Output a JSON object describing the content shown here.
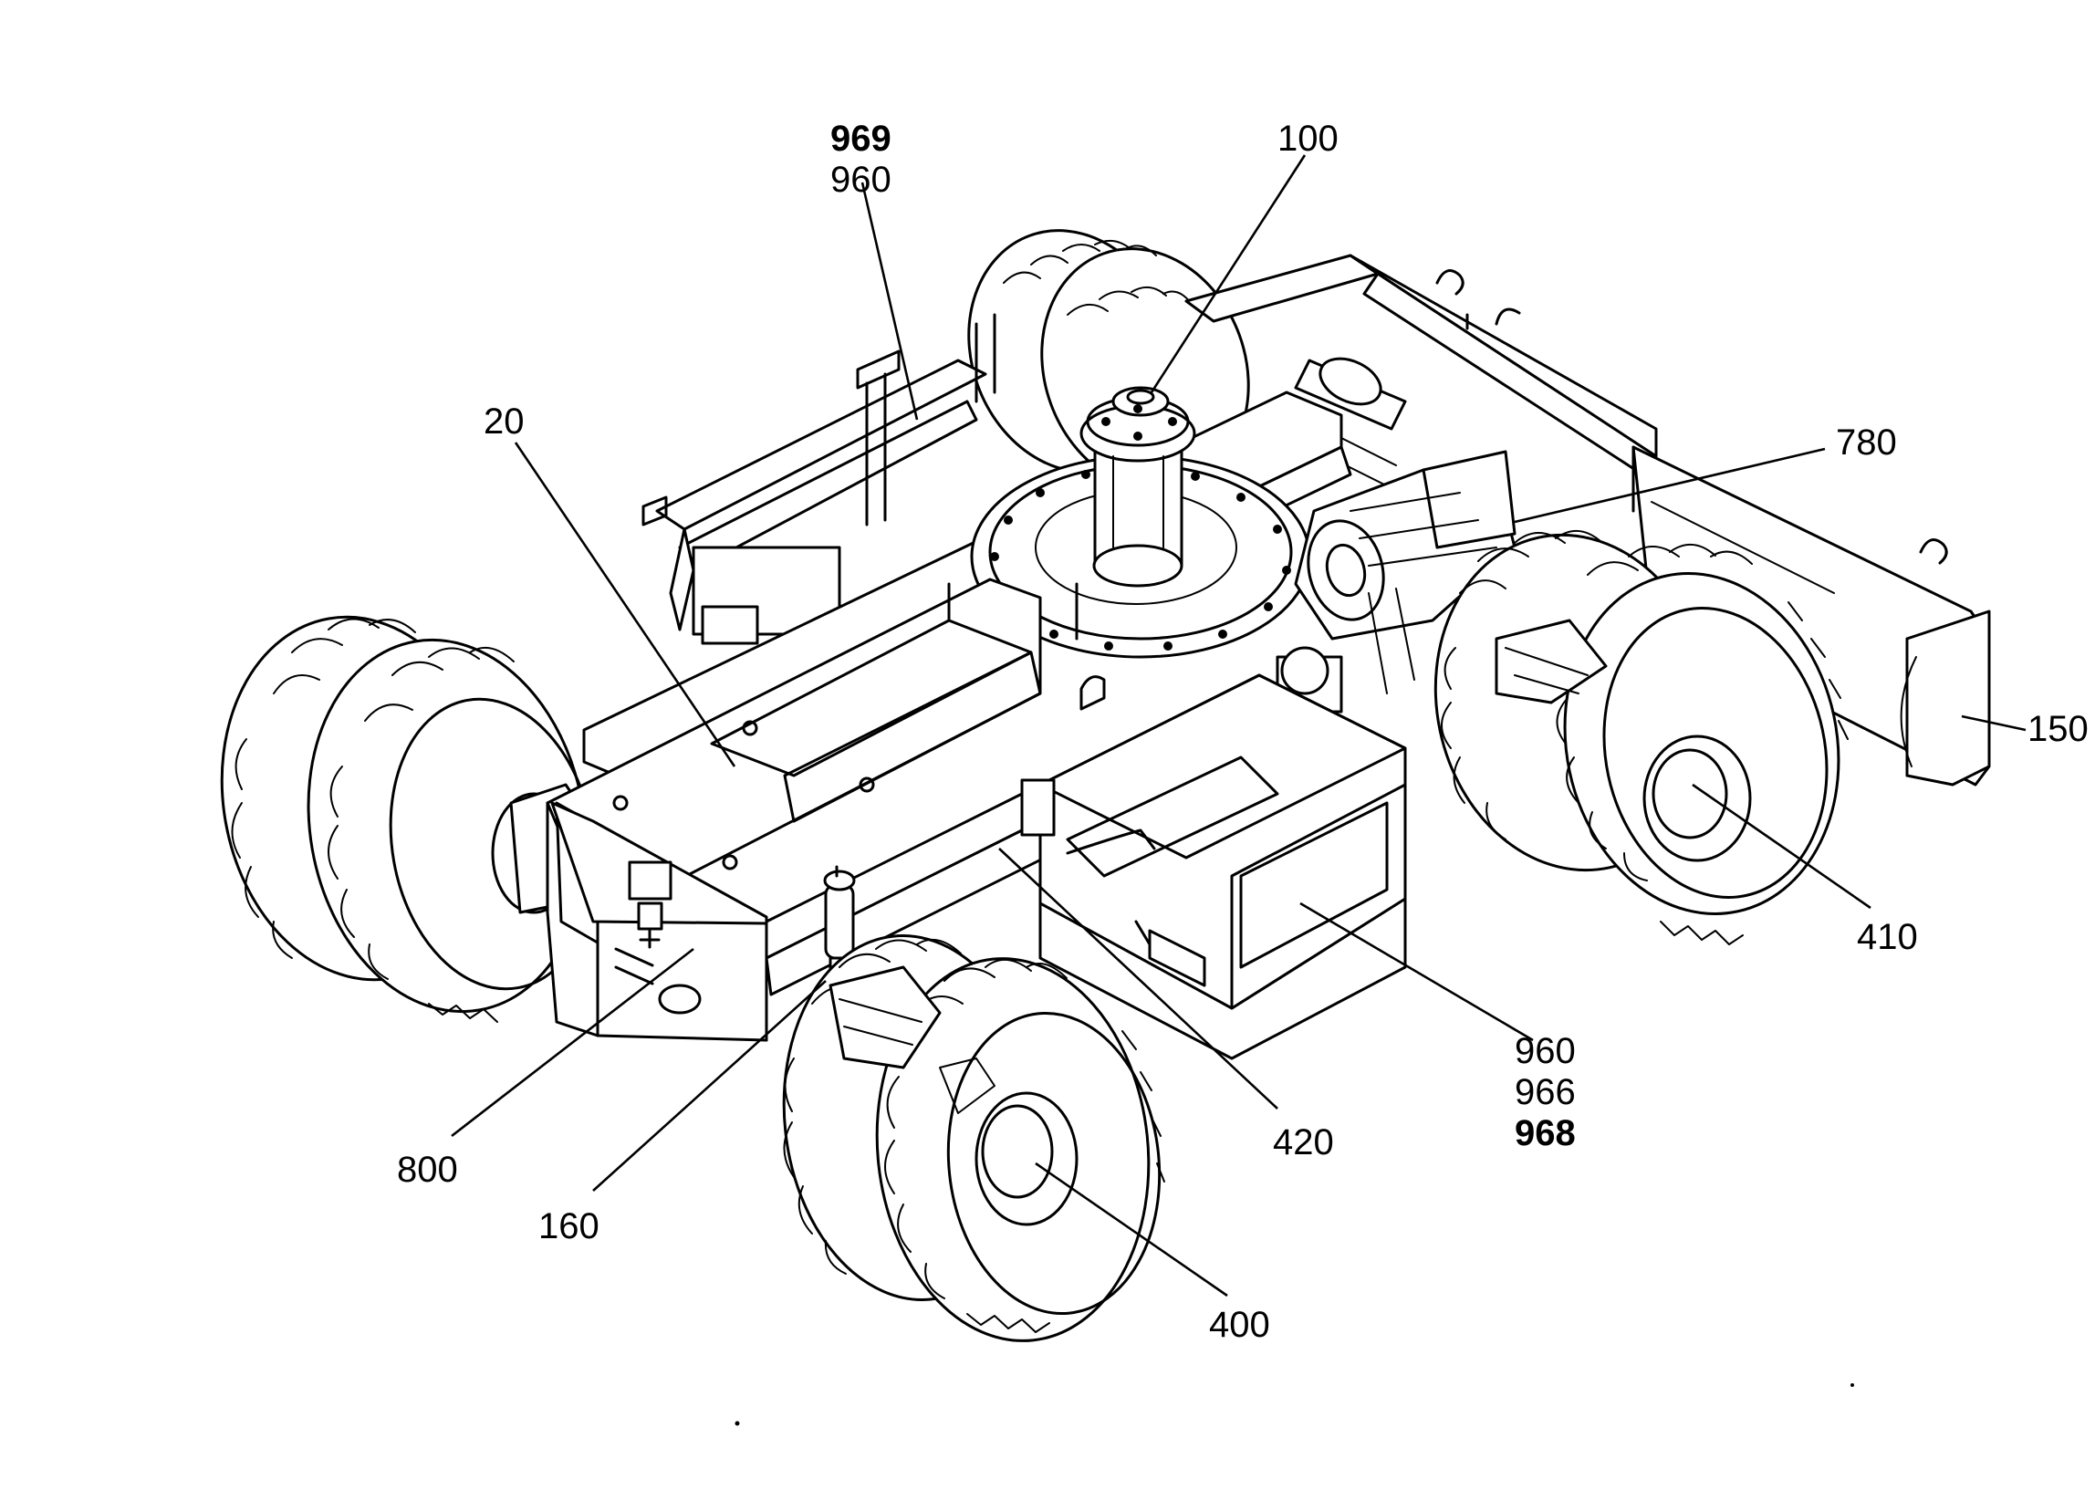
{
  "callouts": {
    "c969": "969",
    "c960_top": "960",
    "c100": "100",
    "c20": "20",
    "c780": "780",
    "c150": "150",
    "c410": "410",
    "c960_bottom": "960",
    "c966": "966",
    "c968": "968",
    "c420": "420",
    "c800": "800",
    "c160": "160",
    "c400": "400"
  }
}
